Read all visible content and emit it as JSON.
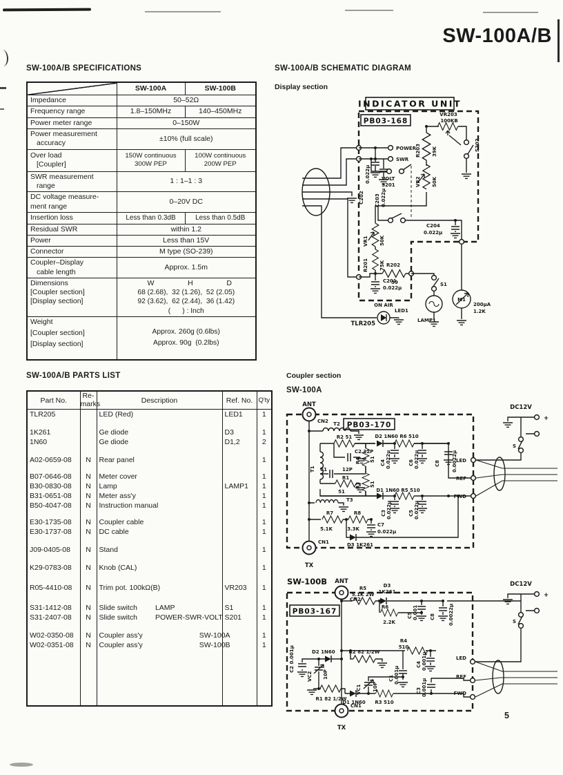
{
  "page": {
    "title": "SW-100A/B",
    "page_number": "5"
  },
  "specifications": {
    "heading": "SW-100A/B  SPECIFICATIONS",
    "col_a": "SW-100A",
    "col_b": "SW-100B",
    "rows": [
      {
        "label": [
          "Impedance"
        ],
        "span": "50–52Ω"
      },
      {
        "label": [
          "Frequency range"
        ],
        "a": "1.8–150MHz",
        "b": "140–450MHz"
      },
      {
        "label": [
          "Power meter range"
        ],
        "span": "0–150W"
      },
      {
        "label": [
          "Power measurement",
          "accuracy"
        ],
        "span": "±10% (full scale)"
      },
      {
        "label": [
          "Over load",
          "[Coupler]"
        ],
        "a": [
          "150W continuous",
          "300W PEP"
        ],
        "b": [
          "100W continuous",
          "200W PEP"
        ]
      },
      {
        "label": [
          "SWR measurement",
          "range"
        ],
        "span": "1 : 1–1 : 3"
      },
      {
        "label": [
          "DC voltage measure-",
          "ment range"
        ],
        "span": "0–20V DC"
      },
      {
        "label": [
          "Insertion loss"
        ],
        "a": "Less than 0.3dB",
        "b": "Less than 0.5dB"
      },
      {
        "label": [
          "Residual SWR"
        ],
        "span": "within 1.2"
      },
      {
        "label": [
          "Power"
        ],
        "span": "Less than 15V"
      },
      {
        "label": [
          "Connector"
        ],
        "span": "M type (SO-239)"
      },
      {
        "label": [
          "Coupler–Display",
          "cable length"
        ],
        "span": "Approx. 1.5m"
      },
      {
        "label": [
          "Dimensions",
          "[Coupler section]",
          "[Display section]"
        ],
        "dims_header": {
          "w": "W",
          "h": "H",
          "d": "D"
        },
        "lines": [
          "68 (2.68),  32 (1.26),  52 (2.05)",
          "92 (3.62),  62 (2.44),  36 (1.42)",
          "(      ) : Inch"
        ]
      },
      {
        "label": [
          "Weight",
          "[Coupler section]",
          "[Display section]"
        ],
        "lines": [
          "Approx. 260g (0.6lbs)",
          "Approx. 90g  (0.2lbs)"
        ]
      }
    ]
  },
  "parts_list": {
    "heading": "SW-100A/B  PARTS LIST",
    "headers": {
      "part_no": "Part No.",
      "remarks_1": "Re-",
      "remarks_2": "marks",
      "description": "Description",
      "ref_no": "Ref. No.",
      "qty": "Q'ty"
    },
    "rows": [
      {
        "p": "TLR205",
        "r": "",
        "d": "LED (Red)",
        "d2": "",
        "ref": "LED1",
        "q": "1"
      },
      {
        "p": "1K261",
        "r": "",
        "d": "Ge diode",
        "d2": "",
        "ref": "D3",
        "q": "1"
      },
      {
        "p": "1N60",
        "r": "",
        "d": "Ge diode",
        "d2": "",
        "ref": "D1,2",
        "q": "2"
      },
      {
        "p": "A02-0659-08",
        "r": "N",
        "d": "Rear panel",
        "d2": "",
        "ref": "",
        "q": "1"
      },
      {
        "p": "B07-0646-08",
        "r": "N",
        "d": "Meter cover",
        "d2": "",
        "ref": "",
        "q": "1"
      },
      {
        "p": "B30-0830-08",
        "r": "N",
        "d": "Lamp",
        "d2": "",
        "ref": "LAMP1",
        "q": "1"
      },
      {
        "p": "B31-0651-08",
        "r": "N",
        "d": "Meter ass'y",
        "d2": "",
        "ref": "",
        "q": "1"
      },
      {
        "p": "B50-4047-08",
        "r": "N",
        "d": "Instruction manual",
        "d2": "",
        "ref": "",
        "q": "1"
      },
      {
        "p": "E30-1735-08",
        "r": "N",
        "d": "Coupler cable",
        "d2": "",
        "ref": "",
        "q": "1"
      },
      {
        "p": "E30-1737-08",
        "r": "N",
        "d": "DC cable",
        "d2": "",
        "ref": "",
        "q": "1"
      },
      {
        "p": "J09-0405-08",
        "r": "N",
        "d": "Stand",
        "d2": "",
        "ref": "",
        "q": "1"
      },
      {
        "p": "K29-0783-08",
        "r": "N",
        "d": "Knob (CAL)",
        "d2": "",
        "ref": "",
        "q": "1"
      },
      {
        "p": "R05-4410-08",
        "r": "N",
        "d": "Trim pot. 100kΩ(B)",
        "d2": "",
        "ref": "VR203",
        "q": "1"
      },
      {
        "p": "S31-1412-08",
        "r": "N",
        "d": "Slide switch",
        "d2": "LAMP",
        "ref": "S1",
        "q": "1"
      },
      {
        "p": "S31-2407-08",
        "r": "N",
        "d": "Slide switch",
        "d2": "POWER-SWR-VOLT",
        "ref": "S201",
        "q": "1"
      },
      {
        "p": "W02-0350-08",
        "r": "N",
        "d": "Coupler ass'y",
        "d2": "SW-100A",
        "ref": "",
        "q": "1"
      },
      {
        "p": "W02-0351-08",
        "r": "N",
        "d": "Coupler ass'y",
        "d2": "SW-100B",
        "ref": "",
        "q": "1"
      }
    ]
  },
  "schematic": {
    "heading": "SW-100A/B  SCHEMATIC DIAGRAM",
    "display": {
      "heading": "Display section",
      "labels": {
        "title": "INDICATOR  UNIT",
        "board": "PB03-168",
        "power": "POWER",
        "swr": "SWR",
        "volt": "VOLT",
        "s201": "S201",
        "c202": "C202",
        "c202_v": "0.022μ",
        "c203": "C203",
        "c203_v": "0.022μ",
        "r203": "R203",
        "r203_v": "39K",
        "vr2": "VR2",
        "vr2_v": "50K",
        "vr203": "VR203",
        "vr203_v": "100KB",
        "s202": "S202",
        "c204": "C204",
        "c204_v": "0.022μ",
        "vr1": "VR1",
        "vr1_v": "50K",
        "r201": "R201",
        "r201_v": "75K",
        "r202": "R202",
        "r202_v": "39",
        "c201": "C201",
        "c201_v": "0.022μ",
        "s1": "S1",
        "lamp1": "LAMP1",
        "m1": "M1",
        "m1_v1": "200μA",
        "m1_v2": "1.2K",
        "on_air": "ON AIR",
        "led1": "LED1",
        "tlr205": "TLR205"
      }
    },
    "coupler": {
      "heading": "Coupler section",
      "sw100a": {
        "name": "SW-100A",
        "labels": {
          "ant": "ANT",
          "cn2": "CN2",
          "board": "PB03-170",
          "t1": "T1",
          "t2": "T2",
          "t3": "T3",
          "r2": "R2  51",
          "c2": "C2 12P",
          "c1": "C1",
          "c1_v": "12P",
          "r1": "R1",
          "r1_v": "51",
          "r4": "R4",
          "r4_v": "51",
          "r3": "R3",
          "r3_v": "51",
          "d2r6": "D2  1N60  R6  510",
          "d1r5": "D1  1N60  R5  510",
          "c4": "C4",
          "c4_v": "0.022μ",
          "c6": "C6",
          "c6_v": "0.022μ",
          "c3": "C3",
          "c3_v": "0.022μ",
          "c5": "C5",
          "c5_v": "0.022μ",
          "c8": "C8",
          "c8_v": "0.0022μ",
          "r7": "R7",
          "r7_v": "5.1K",
          "r8": "R8",
          "r8_v": "3.3K",
          "c7": "C7",
          "c7_v": "0.022μ",
          "d3": "D3  1K261",
          "dc12v": "DC12V",
          "plus": "+",
          "s": "S",
          "led": "LED",
          "ref": "REF",
          "fwd": "FWD",
          "cn1": "CN1",
          "tx": "TX"
        }
      },
      "sw100b": {
        "name": "SW-100B",
        "labels": {
          "ant": "ANT",
          "cn2": "CN2",
          "board": "PB03-167",
          "d3": "D3",
          "d3_v": "1K261",
          "r5": "R5",
          "r5_v": "5.1K 2W",
          "r6": "R6",
          "r6_v": "2.2K",
          "c5": "C5",
          "c5_v": "0.001",
          "c8": "C8",
          "c8_v": "0.0022μ",
          "r4": "R4",
          "r4_v": "510",
          "r2": "R2 82 1/2W",
          "c2": "C2 0.001μ",
          "d2": "D2  1N60",
          "vc2": "VC2",
          "vc2_v": "10P",
          "r1": "R1 82 1/2W",
          "vc1": "VC1",
          "vc1_v": "10P",
          "c1": "C1",
          "c1_v": "0.001μ",
          "d1": "D1 1N60",
          "r3": "R3 510",
          "c4": "C4",
          "c4_v": "0.001μ",
          "c3": "C3",
          "c3_v": "0.001μ",
          "dc12v": "DC12V",
          "plus": "+",
          "s": "S",
          "led": "LED",
          "ref": "REF",
          "fwd": "FWD",
          "cn1": "CN1",
          "tx": "TX"
        }
      }
    }
  }
}
